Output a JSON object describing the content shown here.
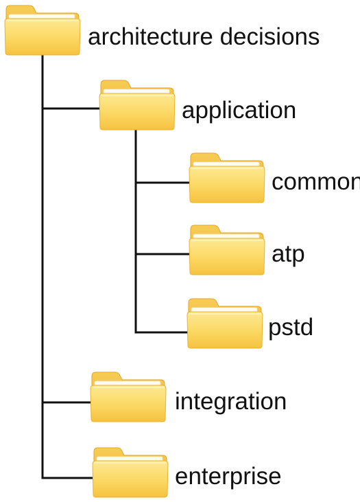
{
  "tree": {
    "root": {
      "label": "architecture decisions"
    },
    "application": {
      "label": "application"
    },
    "common": {
      "label": "common"
    },
    "atp": {
      "label": "atp"
    },
    "pstd": {
      "label": "pstd"
    },
    "integration": {
      "label": "integration"
    },
    "enterprise": {
      "label": "enterprise"
    }
  },
  "colors": {
    "folder_light": "#fde58a",
    "folder_mid": "#f9cf4e",
    "folder_dark": "#f3b733",
    "folder_back": "#f5c64a",
    "line": "#111111",
    "text": "#111111"
  },
  "icons": {
    "folder": "folder-icon"
  }
}
